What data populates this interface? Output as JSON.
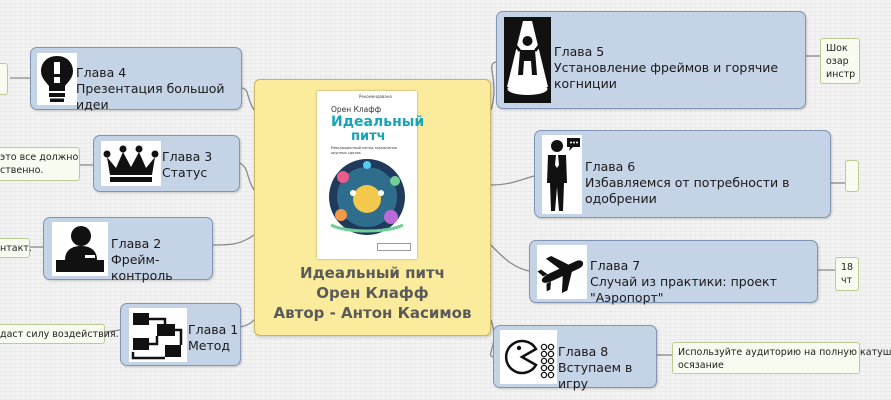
{
  "central": {
    "title_line1": "Идеальный питч",
    "title_line2": "Орен Клафф",
    "title_line3": "Автор - Антон Касимов",
    "book": {
      "author": "Орен Клафф",
      "title_line1": "Идеальный",
      "title_line2": "питч",
      "subtitle": "Революционный метод заключения крупных сделок",
      "badge": "Рекомендовано"
    }
  },
  "branches": [
    {
      "chapter": "Глава 1",
      "name": "Метод",
      "icon": "flow-diagram-icon",
      "note": "даст силу воздействия."
    },
    {
      "chapter": "Глава 2",
      "name": "Фрейм-контроль",
      "icon": "person-at-desk-icon",
      "note": "нтакт."
    },
    {
      "chapter": "Глава 3",
      "name": "Статус",
      "icon": "crown-icon",
      "note_line1": "это все должно",
      "note_line2": "ственно."
    },
    {
      "chapter": "Глава 4",
      "name": "Презентация большой идеи",
      "icon": "lightbulb-icon",
      "note": ""
    },
    {
      "chapter": "Глава 5",
      "name": "Установление фреймов и горячие когниции",
      "icon": "spotlight-person-icon",
      "note_line1": "Шок",
      "note_line2": "озар",
      "note_line3": "инстр"
    },
    {
      "chapter": "Глава 6",
      "name": "Избавляемся от потребности в одобрении",
      "icon": "businessman-speech-icon",
      "note": ""
    },
    {
      "chapter": "Глава 7",
      "name": "Случай из практики: проект \"Аэропорт\"",
      "icon": "airplane-icon",
      "note_line1": "18",
      "note_line2": "чт"
    },
    {
      "chapter": "Глава 8",
      "name": "Вступаем в игру",
      "icon": "pacman-icon",
      "note_line1": "Используйте аудиторию на полную катуш",
      "note_line2": "осязание"
    }
  ],
  "colors": {
    "node_fill": "#c5d3e6",
    "node_border": "#8194b4",
    "central_fill": "#fbeb9c",
    "note_border": "#b9cc94",
    "connector": "#8a8a8a"
  }
}
